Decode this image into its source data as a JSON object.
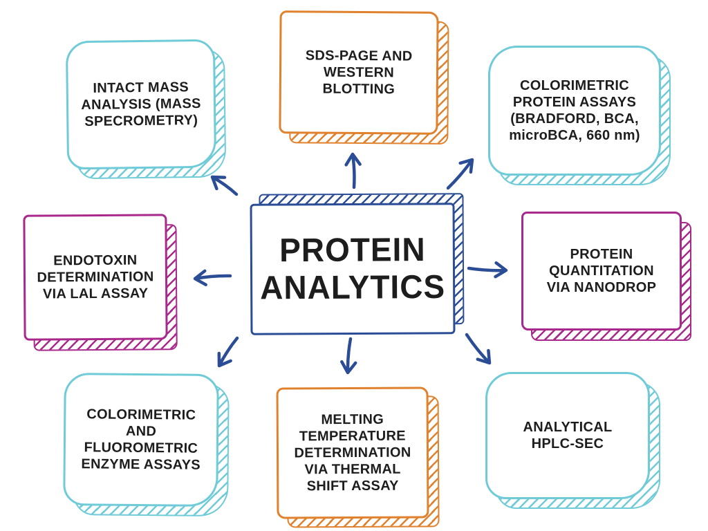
{
  "title": "Protein Analytics mind map",
  "colors": {
    "arrow": "#2b4d96",
    "center_border": "#2b4d96",
    "cyan": "#6fcbd8",
    "orange": "#e0812d",
    "magenta": "#a8298b",
    "text": "#1d1d1d",
    "background": "#ffffff"
  },
  "diagram": {
    "type": "mind-map",
    "center": {
      "label": "PROTEIN ANALYTICS",
      "lines": [
        "PROTEIN",
        "ANALYTICS"
      ],
      "color": "#2b4d96"
    },
    "nodes": [
      {
        "id": "intact-mass-analysis",
        "position": "top-left",
        "color": "#6fcbd8",
        "label": "INTACT MASS ANALYSIS (MASS SPECROMETRY)",
        "lines": [
          "INTACT MASS",
          "ANALYSIS (MASS",
          "SPECROMETRY)"
        ]
      },
      {
        "id": "sds-page-western-blotting",
        "position": "top",
        "color": "#e0812d",
        "label": "SDS-PAGE AND WESTERN BLOTTING",
        "lines": [
          "SDS-PAGE AND",
          "WESTERN",
          "BLOTTING"
        ]
      },
      {
        "id": "colorimetric-protein-assays",
        "position": "top-right",
        "color": "#6fcbd8",
        "label": "COLORIMETRIC PROTEIN ASSAYS (BRADFORD, BCA, microBCA, 660 nm)",
        "lines": [
          "COLORIMETRIC",
          "PROTEIN ASSAYS",
          "(BRADFORD, BCA,",
          "microBCA, 660 nm)"
        ]
      },
      {
        "id": "protein-quantitation-nanodrop",
        "position": "right",
        "color": "#a8298b",
        "label": "PROTEIN QUANTITATION VIA NANODROP",
        "lines": [
          "PROTEIN",
          "QUANTITATION",
          "VIA NANODROP"
        ]
      },
      {
        "id": "analytical-hplc-sec",
        "position": "bottom-right",
        "color": "#6fcbd8",
        "label": "ANALYTICAL HPLC-SEC",
        "lines": [
          "ANALYTICAL",
          "HPLC-SEC"
        ]
      },
      {
        "id": "melting-temperature-thermal-shift",
        "position": "bottom",
        "color": "#e0812d",
        "label": "MELTING TEMPERATURE DETERMINATION VIA THERMAL SHIFT ASSAY",
        "lines": [
          "MELTING",
          "TEMPERATURE",
          "DETERMINATION",
          "VIA THERMAL",
          "SHIFT ASSAY"
        ]
      },
      {
        "id": "colorimetric-fluorometric-enzyme-assays",
        "position": "bottom-left",
        "color": "#6fcbd8",
        "label": "COLORIMETRIC AND FLUOROMETRIC ENZYME ASSAYS",
        "lines": [
          "COLORIMETRIC",
          "AND",
          "FLUOROMETRIC",
          "ENZYME ASSAYS"
        ]
      },
      {
        "id": "endotoxin-lal-assay",
        "position": "left",
        "color": "#a8298b",
        "label": "ENDOTOXIN DETERMINATION VIA LAL ASSAY",
        "lines": [
          "ENDOTOXIN",
          "DETERMINATION",
          "VIA LAL ASSAY"
        ]
      }
    ]
  }
}
